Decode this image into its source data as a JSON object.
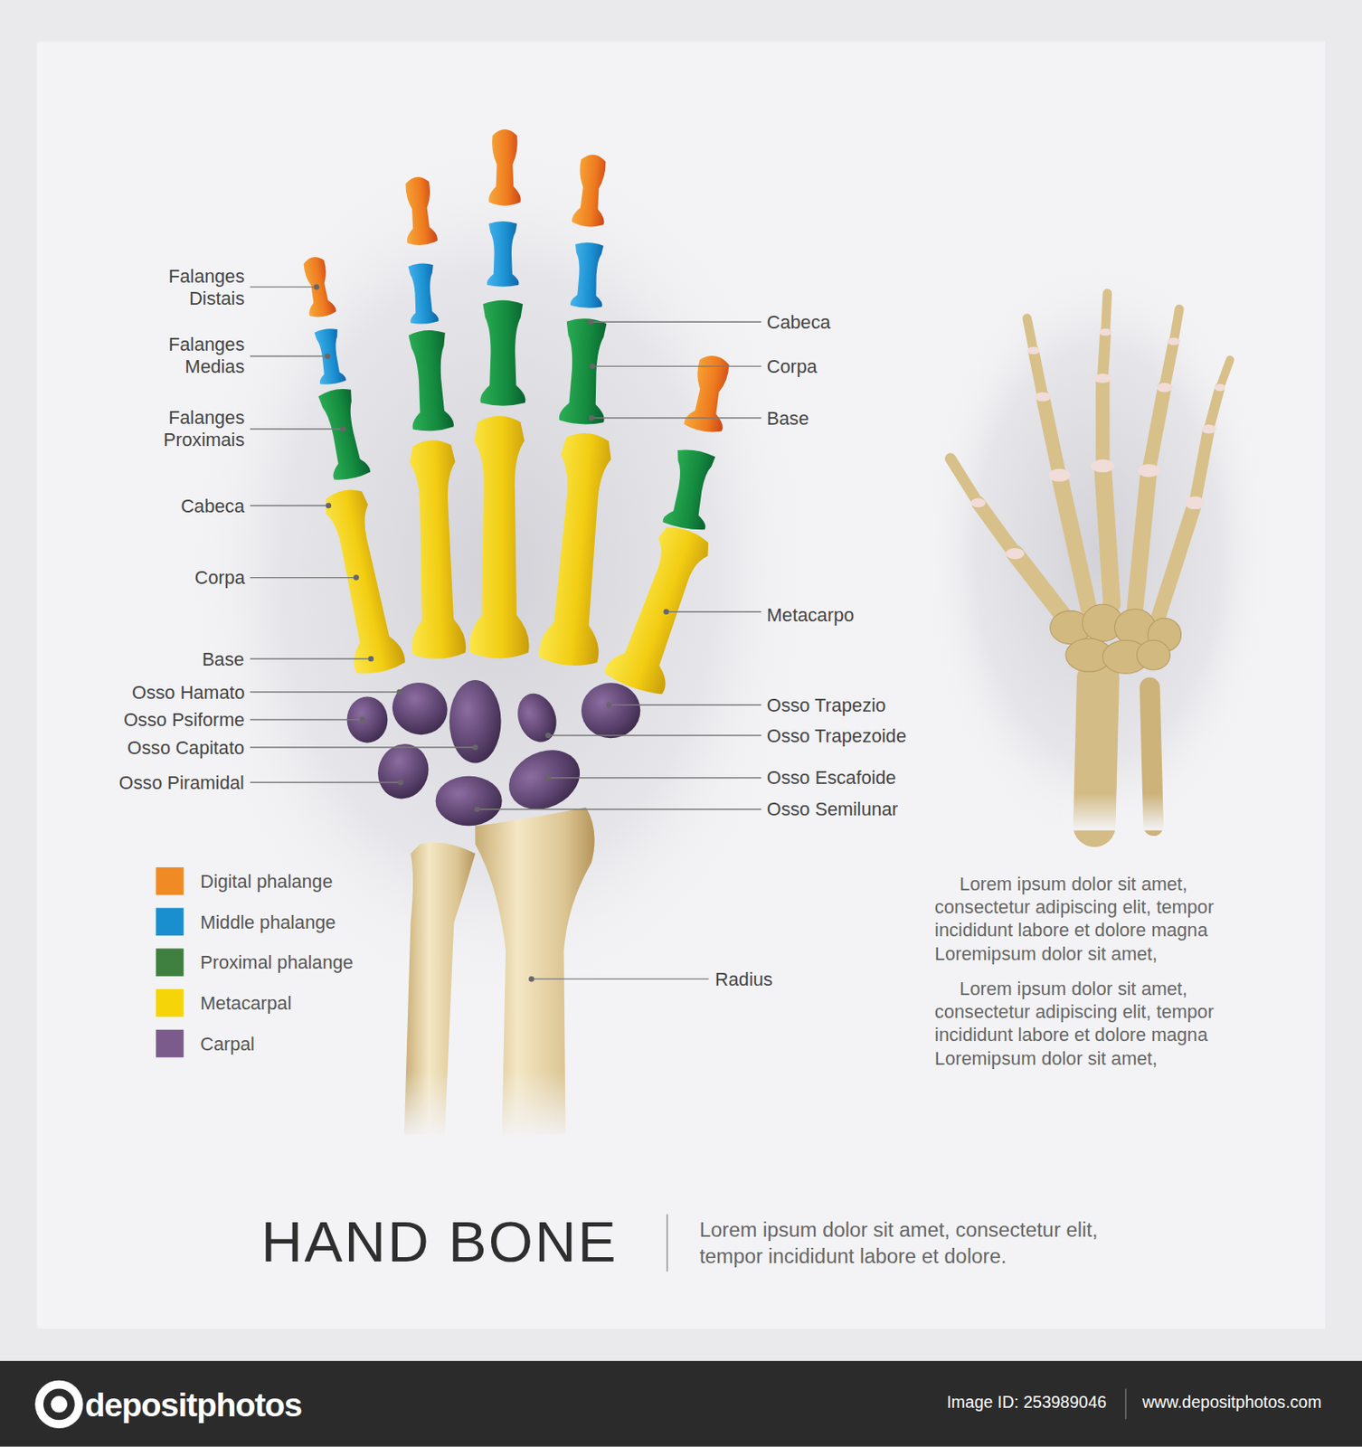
{
  "diagram": {
    "title": "HAND BONE",
    "caption": "Lorem ipsum dolor sit amet, consectetur elit, tempor incididunt labore et dolore.",
    "labels": [
      "Falanges Distais",
      "Falanges Medias",
      "Falanges Proximais",
      "Cabeca",
      "Corpa",
      "Base",
      "Osso Hamato",
      "Osso Psiforme",
      "Osso Capitato",
      "Osso Piramidal",
      "Cabeca",
      "Corpa",
      "Base",
      "Metacarpo",
      "Osso Trapezio",
      "Osso Trapezoide",
      "Osso Escafoide",
      "Osso Semilunar",
      "Radius",
      "Lorem ipsum dolor sit amet, consectetur adipiscing elit, tempor incididunt labore et dolore magna Loremipsum dolor sit amet,",
      "Lorem ipsum dolor sit amet, consectetur adipiscing elit, tempor incididunt labore et dolore magna Loremipsum dolor sit amet,",
      "depositphotos",
      "Image ID: 253989046",
      "www.depositphotos.com"
    ],
    "legend": [
      {
        "text": "Digital phalange",
        "color": "#f08a24"
      },
      {
        "text": "Middle phalange",
        "color": "#1a8fd0"
      },
      {
        "text": "Proximal phalange",
        "color": "#3f7f3f"
      },
      {
        "text": "Metacarpal",
        "color": "#f5d50a"
      },
      {
        "text": "Carpal",
        "color": "#7b5b8c"
      }
    ]
  }
}
